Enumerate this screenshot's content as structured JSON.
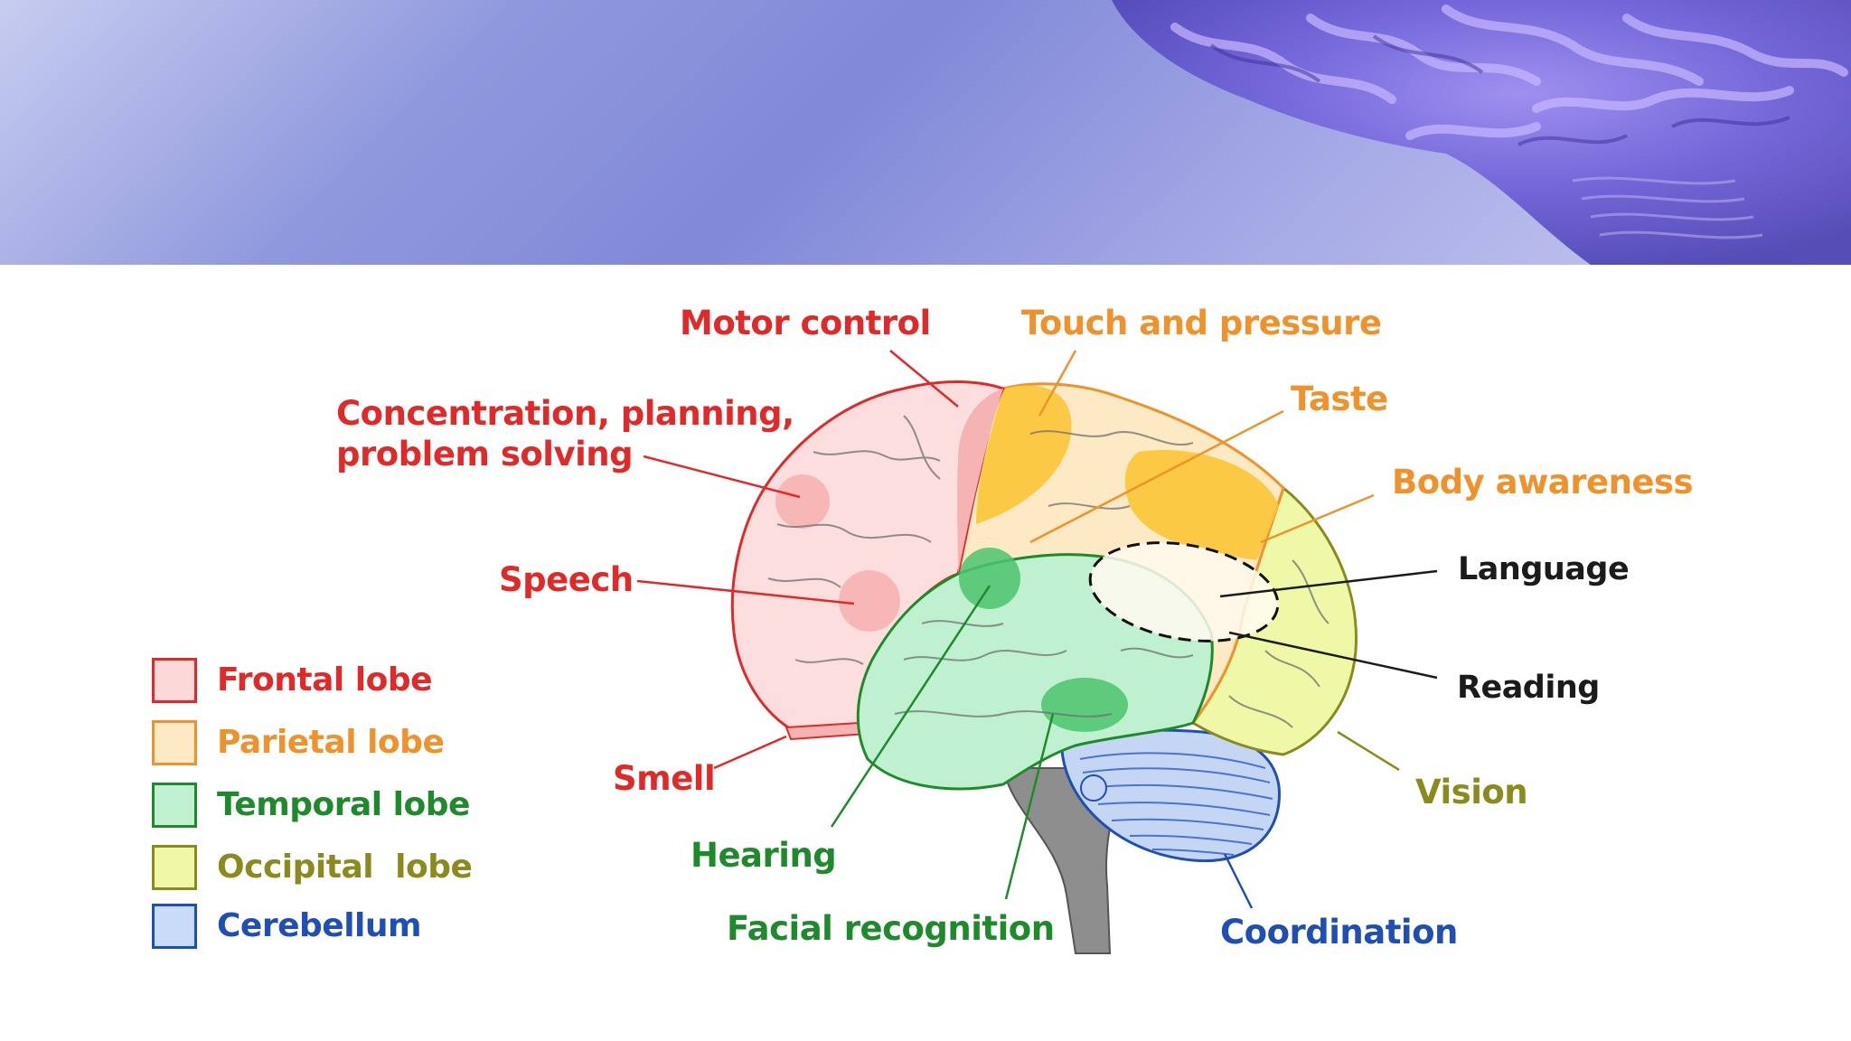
{
  "colors": {
    "frontal": "#e02a2a",
    "parietal": "#f0922b",
    "temporal": "#1f8a2c",
    "occipital": "#8a8a1e",
    "cerebellum": "#1f4fb5",
    "neutral": "#1b1b1b"
  },
  "labels": {
    "motor_control": "Motor control",
    "touch_and_pressure": "Touch and pressure",
    "concentration_line1": "Concentration, planning,",
    "concentration_line2": "problem solving",
    "taste": "Taste",
    "body_awareness": "Body awareness",
    "speech": "Speech",
    "language": "Language",
    "reading": "Reading",
    "smell": "Smell",
    "vision": "Vision",
    "hearing": "Hearing",
    "facial_recognition": "Facial recognition",
    "coordination": "Coordination"
  },
  "legend": [
    {
      "label": "Frontal lobe",
      "fill": "#fcd9d9",
      "border": "#e02a2a",
      "text_color": "#e02a2a",
      "icon": "square-swatch"
    },
    {
      "label": "Parietal lobe",
      "fill": "#fde9c4",
      "border": "#f0922b",
      "text_color": "#f0922b",
      "icon": "square-swatch"
    },
    {
      "label": "Temporal lobe",
      "fill": "#bff0cf",
      "border": "#1f8a2c",
      "text_color": "#1f8a2c",
      "icon": "square-swatch"
    },
    {
      "label": "Occipital  lobe",
      "fill": "#eef8a6",
      "border": "#8a8a1e",
      "text_color": "#8a8a1e",
      "icon": "square-swatch"
    },
    {
      "label": "Cerebellum",
      "fill": "#c9dcf7",
      "border": "#1f4fb5",
      "text_color": "#1f4fb5",
      "icon": "square-swatch"
    }
  ]
}
